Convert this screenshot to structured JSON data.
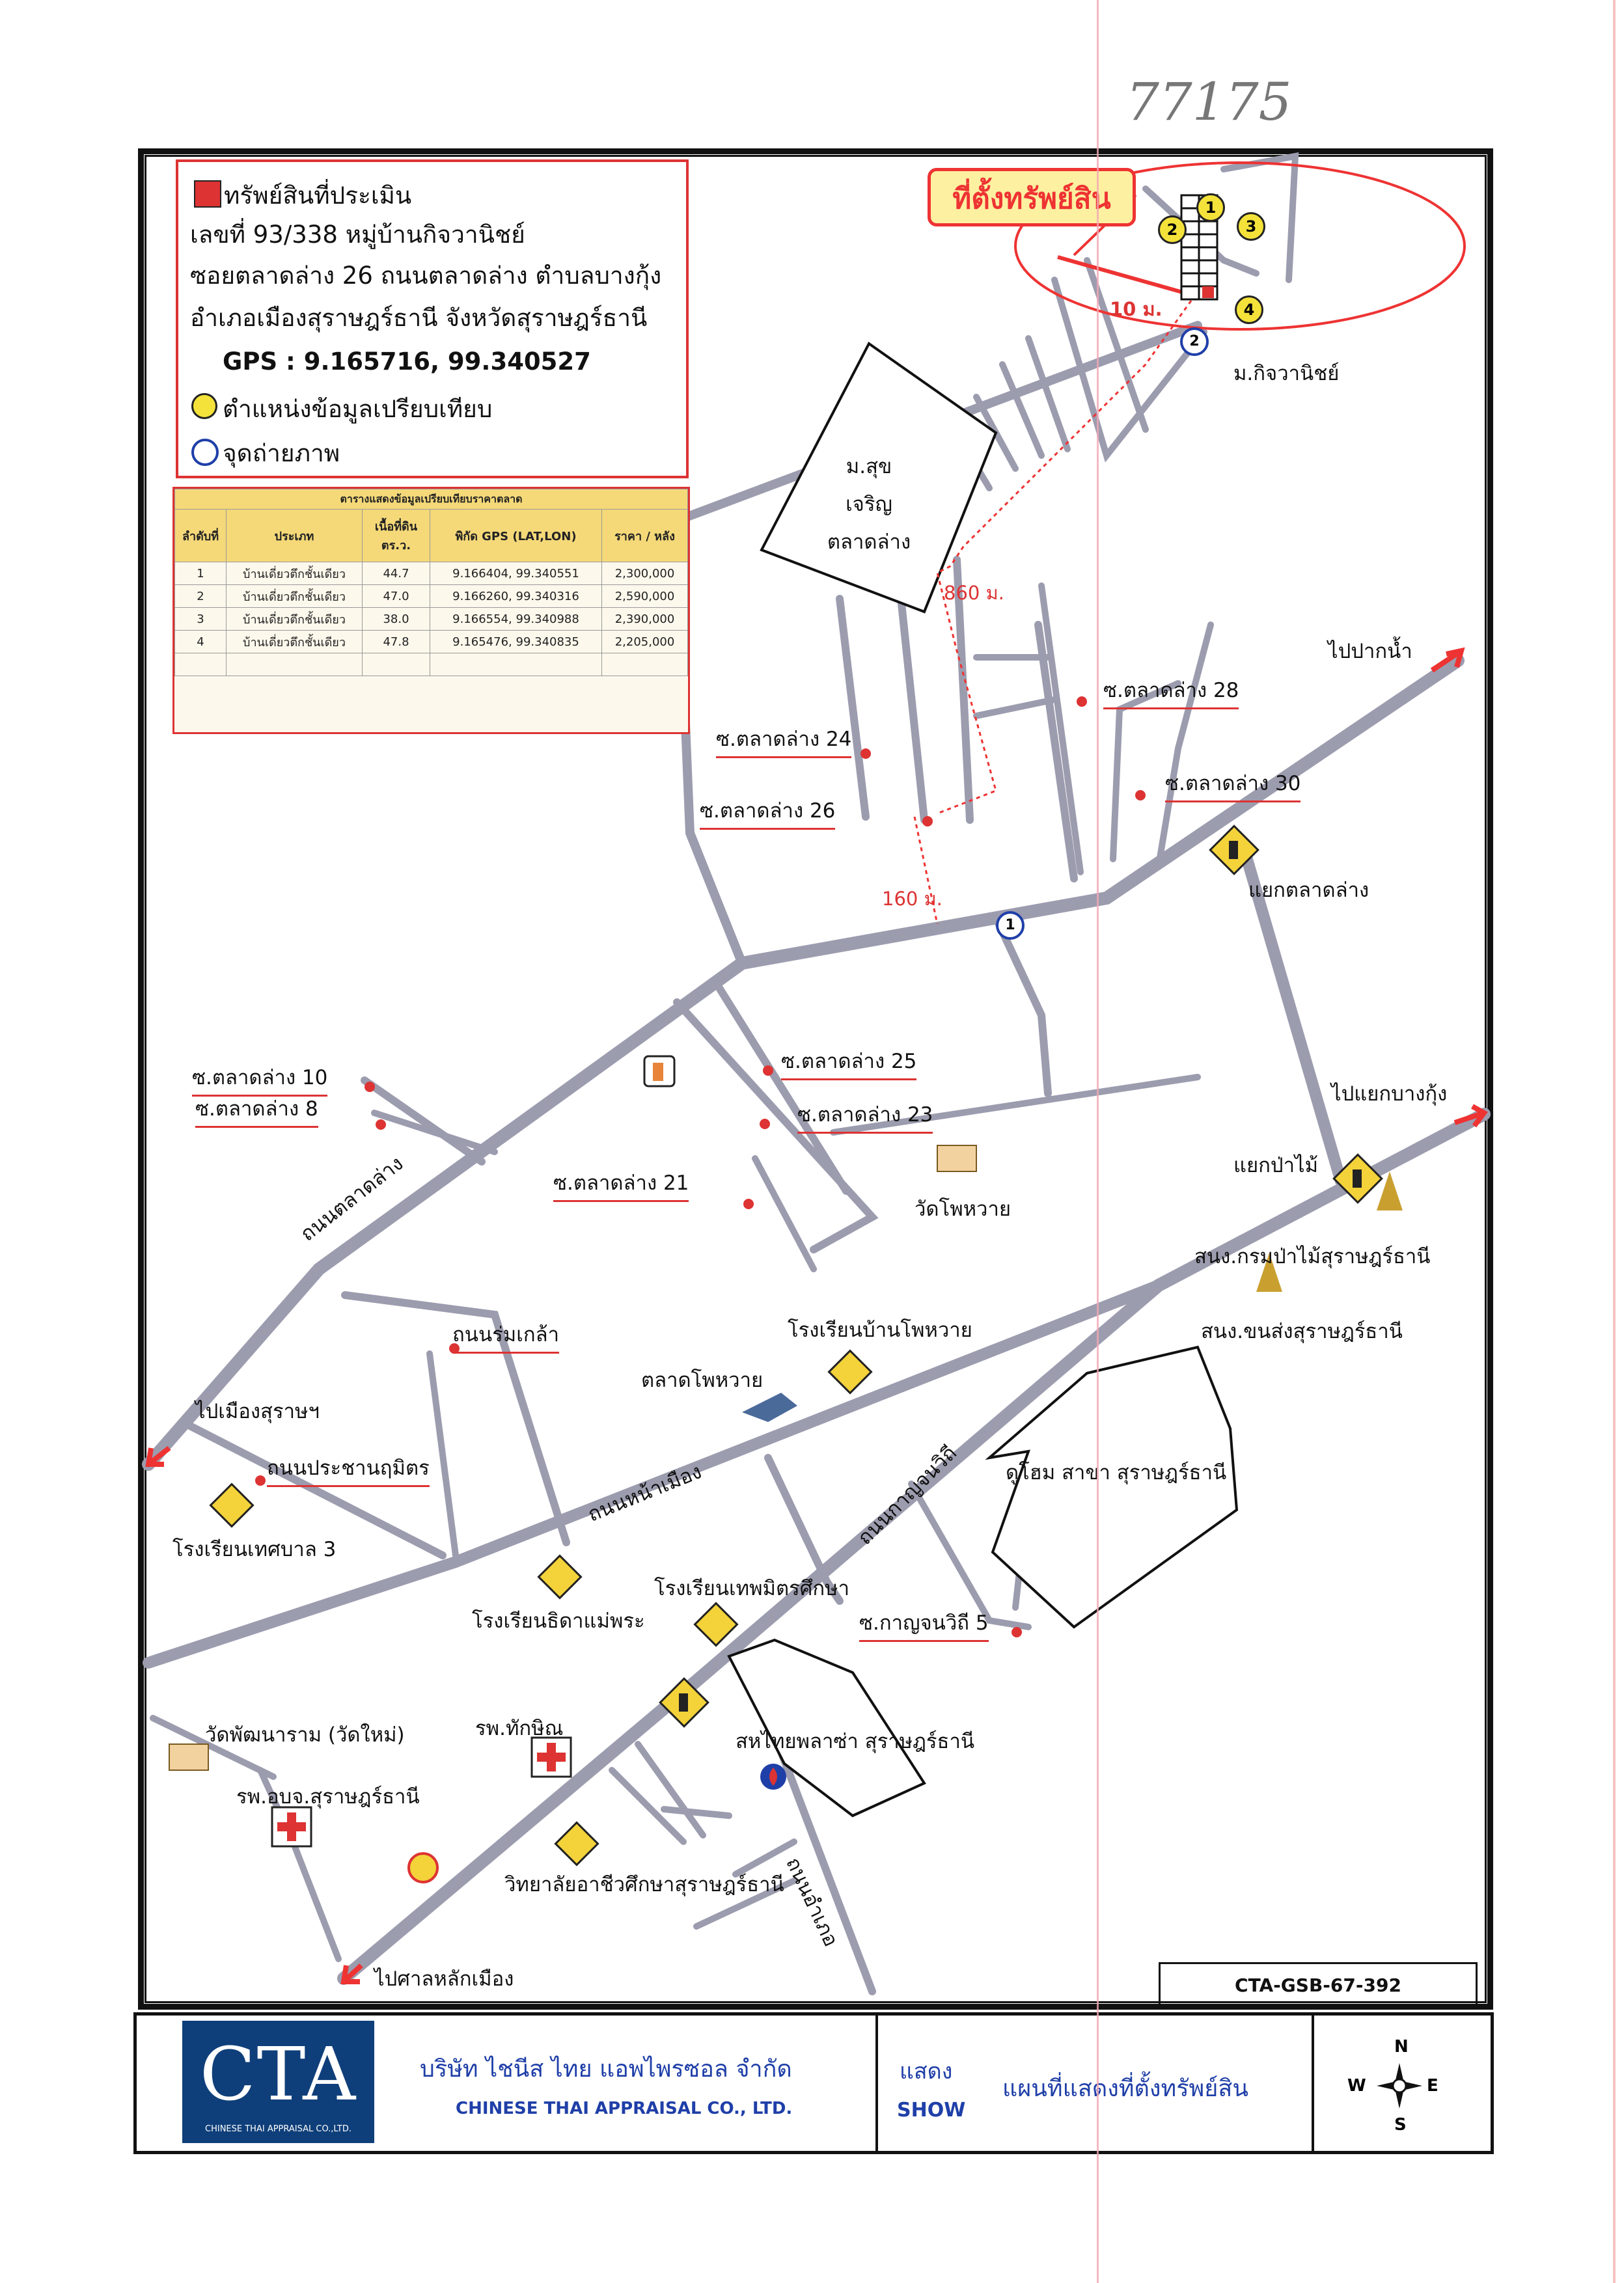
{
  "handwritten_id": "77175",
  "legend": {
    "subject_label": "ทรัพย์สินที่ประเมิน",
    "address_line1": "เลขที่ 93/338 หมู่บ้านกิจวานิชย์",
    "address_line2": "ซอยตลาดล่าง 26 ถนนตลาดล่าง ตำบลบางกุ้ง",
    "address_line3": "อำเภอเมืองสุราษฎร์ธานี จังหวัดสุราษฎร์ธานี",
    "gps": "GPS : 9.165716, 99.340527",
    "comparable_label": "ตำแหน่งข้อมูลเปรียบเทียบ",
    "photo_label": "จุดถ่ายภาพ"
  },
  "comparison_table": {
    "caption": "ตารางแสดงข้อมูลเปรียบเทียบราคาตลาด",
    "headers": [
      "ลำดับที่",
      "ประเภท",
      "เนื้อที่ดิน ตร.ว.",
      "พิกัด GPS (LAT,LON)",
      "ราคา / หลัง"
    ],
    "rows": [
      [
        "1",
        "บ้านเดี่ยวตึกชั้นเดียว",
        "44.7",
        "9.166404, 99.340551",
        "2,300,000"
      ],
      [
        "2",
        "บ้านเดี่ยวตึกชั้นเดียว",
        "47.0",
        "9.166260, 99.340316",
        "2,590,000"
      ],
      [
        "3",
        "บ้านเดี่ยวตึกชั้นเดียว",
        "38.0",
        "9.166554, 99.340988",
        "2,390,000"
      ],
      [
        "4",
        "บ้านเดี่ยวตึกชั้นเดียว",
        "47.8",
        "9.165476, 99.340835",
        "2,205,000"
      ]
    ]
  },
  "callout": "ที่ตั้งทรัพย์สิน",
  "distances": {
    "d1": "10 ม.",
    "d2": "860 ม.",
    "d3": "160 ม."
  },
  "places": {
    "kitwanich": "ม.กิจวานิชย์",
    "sukcharoen": "ม.สุขเจริญ ตลาดล่าง",
    "to_paknam": "ไปปากน้ำ",
    "soi28": "ซ.ตลาดล่าง 28",
    "soi24": "ซ.ตลาดล่าง 24",
    "soi30": "ซ.ตลาดล่าง 30",
    "soi26": "ซ.ตลาดล่าง 26",
    "yaek_talad": "แยกตลาดล่าง",
    "soi10": "ซ.ตลาดล่าง 10",
    "soi8": "ซ.ตลาดล่าง 8",
    "soi25": "ซ.ตลาดล่าง 25",
    "soi23": "ซ.ตลาดล่าง 23",
    "soi21": "ซ.ตลาดล่าง 21",
    "to_bangkung": "ไปแยกบางกุ้ง",
    "yaek_pamai": "แยกป่าไม้",
    "wat_phowai": "วัดโพหวาย",
    "forestry": "สนง.กรมป่าไม้สุราษฎร์ธานี",
    "transport": "สนง.ขนส่งสุราษฎร์ธานี",
    "road_taladlang": "ถนนตลาดล่าง",
    "road_romklao": "ถนนร่มเกล้า",
    "school_phowai": "โรงเรียนบ้านโพหวาย",
    "market_phowai": "ตลาดโพหวาย",
    "to_muang": "ไปเมืองสุราษฯ",
    "road_prachan": "ถนนประชานฤมิตร",
    "road_namuang": "ถนนหน้าเมือง",
    "road_kanchanawithi": "ถนนกาญจนวิถี",
    "dohome": "ดูโฮม สาขา สุราษฎร์ธานี",
    "school_tesaban": "โรงเรียนเทศบาล 3",
    "school_thepmit": "โรงเรียนเทพมิตรศึกษา",
    "school_thida": "โรงเรียนธิดาแม่พระ",
    "soi_kanchana5": "ซ.กาญจนวิถี 5",
    "wat_phatthana": "วัดพัฒนาราม (วัดใหม่)",
    "hosp_thaksin": "รพ.ทักษิณ",
    "sahathai": "สหไทยพลาซ่า สุราษฎร์ธานี",
    "hosp_obj": "รพ.อบจ.สุราษฎร์ธานี",
    "road_amphoe": "ถนนอำเภอ",
    "college": "วิทยาลัยอาชีวศึกษาสุราษฎร์ธานี",
    "to_lakmuang": "ไปศาลหลักเมือง"
  },
  "markers": {
    "m1": "1",
    "m2": "2",
    "m3": "3",
    "m4": "4"
  },
  "ref_code": "CTA-GSB-67-392",
  "footer": {
    "logo_text": "CTA",
    "logo_sub": "CHINESE THAI APPRAISAL CO.,LTD.",
    "company_th": "บริษัท ไชนีส ไทย แอพไพรซอล จำกัด",
    "company_en": "CHINESE THAI APPRAISAL CO., LTD.",
    "show_th": "แสดง",
    "show_en": "SHOW",
    "title": "แผนที่แสดงที่ตั้งทรัพย์สิน",
    "compass_n": "N",
    "compass_s": "S",
    "compass_e": "E",
    "compass_w": "W"
  },
  "colors": {
    "road": "#9c9caf",
    "accent": "#dd2233",
    "marker": "#f4e23a",
    "blue": "#1f3fa8"
  }
}
